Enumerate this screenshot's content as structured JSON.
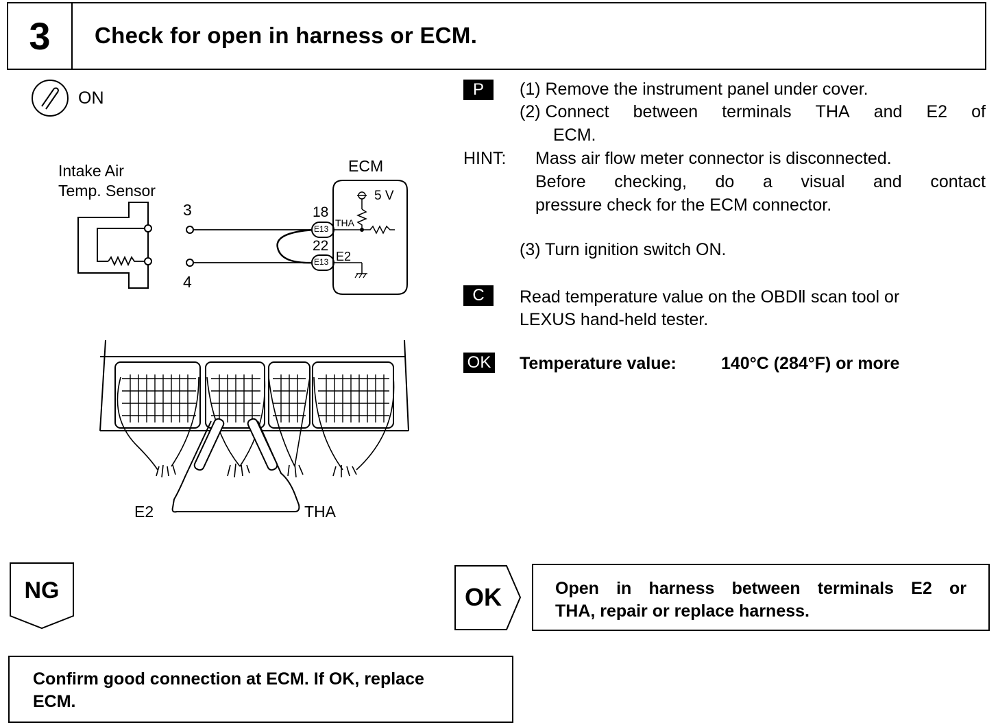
{
  "step": {
    "number": "3",
    "title": "Check for open in harness or ECM."
  },
  "ignition": {
    "label": "ON",
    "icon": "ignition-switch-icon"
  },
  "diagram": {
    "sensor_label_line1": "Intake Air",
    "sensor_label_line2": "Temp. Sensor",
    "ecm_label": "ECM",
    "terminal_3": "3",
    "terminal_4": "4",
    "pin_18": "18",
    "pin_22": "22",
    "connector_e13_a": "E13",
    "connector_e13_b": "E13",
    "signal_tha": "THA",
    "signal_e2": "E2",
    "supply_5v": "5 V",
    "probe_e2": "E2",
    "probe_tha": "THA"
  },
  "procedure": {
    "prep_badge": "P",
    "step1": "(1) Remove the instrument panel under cover.",
    "step2_line1_a": "(2) Connect",
    "step2_line1_b": "between",
    "step2_line1_c": "terminals",
    "step2_line1_d": "THA",
    "step2_line1_e": "and",
    "step2_line1_f": "E2",
    "step2_line1_g": "of",
    "step2_line2": "ECM.",
    "hint_label": "HINT:",
    "hint_line1": "Mass air flow meter connector is disconnected.",
    "hint_line2_words": [
      "Before",
      "checking,",
      "do",
      "a",
      "visual",
      "and",
      "contact"
    ],
    "hint_line3": "pressure check for the ECM connector.",
    "step3": "(3) Turn ignition switch ON.",
    "check_badge": "C",
    "check_line1": "Read temperature value on the OBDⅡ scan tool or",
    "check_line2": "LEXUS hand-held tester.",
    "ok_badge": "OK",
    "ok_label": "Temperature value:",
    "ok_value": "140°C (284°F) or more"
  },
  "results": {
    "ng_label": "NG",
    "ok_label": "OK",
    "ok_result_line1_words": [
      "Open",
      "in",
      "harness",
      "between",
      "terminals",
      "E2",
      "or"
    ],
    "ok_result_line2": "THA, repair or replace harness.",
    "ng_result_line1": "Confirm good connection at ECM. If OK, replace",
    "ng_result_line2": "ECM."
  }
}
